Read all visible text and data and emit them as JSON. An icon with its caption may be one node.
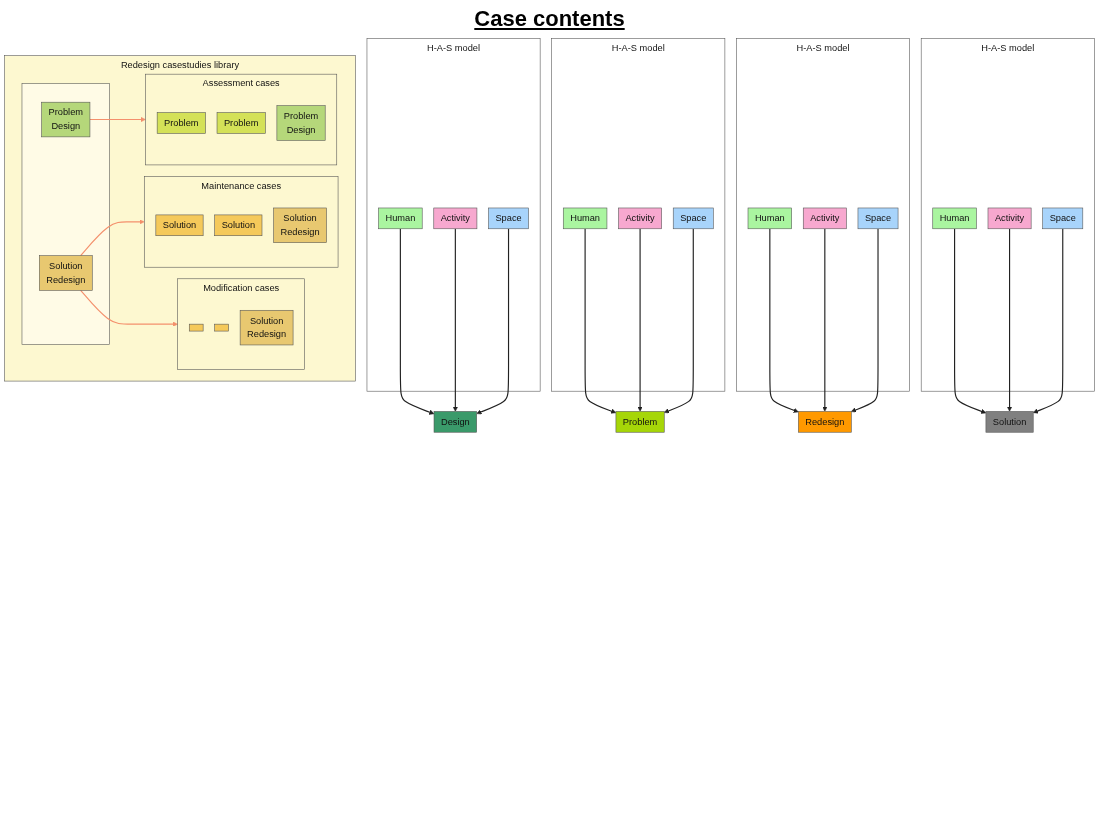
{
  "diagram": {
    "title": "Case contents",
    "nodes": [
      {
        "text": [
          "H-A-S model"
        ]
      },
      {
        "text": [
          "Human"
        ],
        "in": 0
      },
      {
        "text": [
          "Activity"
        ],
        "in": 0
      },
      {
        "text": [
          "Space"
        ],
        "in": 0
      },
      {
        "text": [
          "Design"
        ]
      },
      {
        "text": [
          "H-A-S model"
        ]
      },
      {
        "text": [
          "Human"
        ],
        "in": 5
      },
      {
        "text": [
          "Activity"
        ],
        "in": 5
      },
      {
        "text": [
          "Space"
        ],
        "in": 5
      },
      {
        "text": [
          "Problem"
        ]
      },
      {
        "text": [
          "H-A-S model"
        ]
      },
      {
        "text": [
          "Human"
        ],
        "in": 10
      },
      {
        "text": [
          "Activity"
        ],
        "in": 10
      },
      {
        "text": [
          "Space"
        ],
        "in": 10
      },
      {
        "text": [
          "Redesign"
        ]
      },
      {
        "text": [
          "H-A-S model"
        ]
      },
      {
        "text": [
          "Human"
        ],
        "in": 15
      },
      {
        "text": [
          "Activity"
        ],
        "in": 15
      },
      {
        "text": [
          "Space"
        ],
        "in": 15
      },
      {
        "text": [
          "Solution"
        ]
      },
      {
        "text": [
          "Redesign casestudies library"
        ]
      },
      {
        "text": [],
        "shape": "box",
        "in": 20
      },
      {
        "text": [
          "Problem",
          "Design"
        ],
        "in": 21
      },
      {
        "text": [
          "Solution",
          "Redesign"
        ],
        "in": 21
      },
      {
        "text": [
          "Assessment cases"
        ],
        "in": 20
      },
      {
        "text": [
          "Problem"
        ],
        "in": 24
      },
      {
        "text": [
          "Problem"
        ],
        "in": 24
      },
      {
        "text": [
          "Problem",
          "Design"
        ],
        "in": 24
      },
      {
        "text": [
          "Maintenance cases"
        ],
        "in": 20
      },
      {
        "text": [
          "Solution"
        ],
        "in": 28
      },
      {
        "text": [
          "Solution"
        ],
        "in": 28
      },
      {
        "text": [
          "Solution",
          "Redesign"
        ],
        "in": 28
      },
      {
        "text": [
          "Modification cases"
        ],
        "in": 20
      },
      {
        "text": [],
        "shape": "box",
        "in": 32
      },
      {
        "text": [],
        "shape": "box",
        "in": 32
      },
      {
        "text": [
          "Solution",
          "Redesign"
        ],
        "in": 32
      }
    ],
    "edges": [
      {
        "from": 1,
        "to": 4,
        "arrow": "to"
      },
      {
        "from": 2,
        "to": 4,
        "arrow": "to"
      },
      {
        "from": 3,
        "to": 4,
        "arrow": "to"
      },
      {
        "from": 6,
        "to": 9,
        "arrow": "to"
      },
      {
        "from": 7,
        "to": 9,
        "arrow": "to"
      },
      {
        "from": 8,
        "to": 9,
        "arrow": "to"
      },
      {
        "from": 11,
        "to": 14,
        "arrow": "to"
      },
      {
        "from": 12,
        "to": 14,
        "arrow": "to"
      },
      {
        "from": 13,
        "to": 14,
        "arrow": "to"
      },
      {
        "from": 16,
        "to": 19,
        "arrow": "to"
      },
      {
        "from": 17,
        "to": 19,
        "arrow": "to"
      },
      {
        "from": 18,
        "to": 19,
        "arrow": "to"
      },
      {
        "from": 22,
        "to": 24,
        "arrow": "to",
        "color": "#f4906c"
      },
      {
        "from": 23,
        "to": 28,
        "arrow": "to",
        "color": "#f4906c"
      },
      {
        "from": 23,
        "to": 32,
        "arrow": "to",
        "color": "#f4906c"
      }
    ]
  }
}
